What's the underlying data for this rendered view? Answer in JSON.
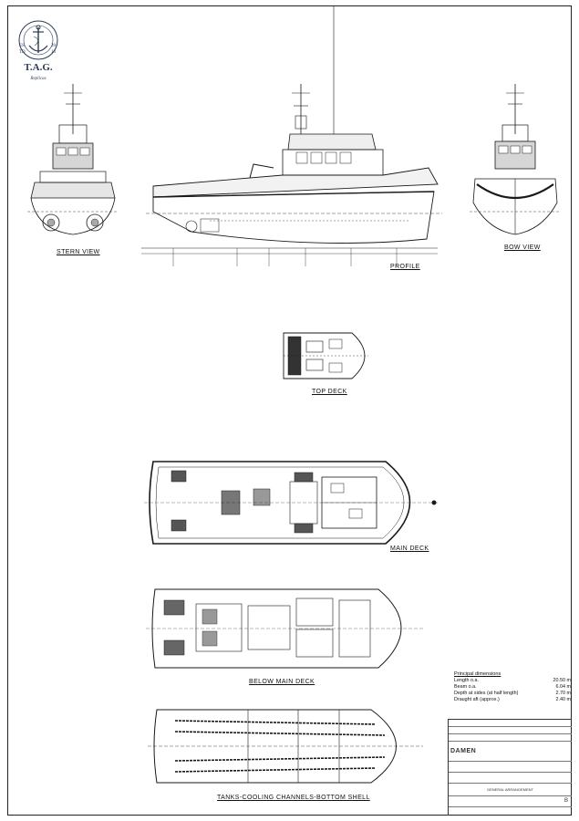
{
  "logo": {
    "ring_text": "THE SEA OF TRUST",
    "year_left_top": "ES",
    "year_left_bottom": "TD",
    "year_right_top": "20",
    "year_right_bottom": "13",
    "name": "T.A.G.",
    "script": "Replicas"
  },
  "views": {
    "stern": "STERN VIEW",
    "profile": "PROFILE",
    "bow": "BOW VIEW",
    "top_deck": "TOP DECK",
    "main_deck": "MAIN DECK",
    "below_main_deck": "BELOW MAIN DECK",
    "tanks": "TANKS-COOLING CHANNELS-BOTTOM SHELL"
  },
  "principal_dimensions": {
    "title": "Principal dimensions",
    "rows": [
      {
        "label": "Length o.a.",
        "value": "20.50 m"
      },
      {
        "label": "Beam o.a.",
        "value": "6.04 m"
      },
      {
        "label": "Depth at sides (at half length)",
        "value": "2.70 m"
      },
      {
        "label": "Draught aft (approx.)",
        "value": "2.40 m"
      }
    ]
  },
  "title_block": {
    "brand": "DAMEN",
    "drawing_title": "GENERAL ARRANGEMENT",
    "sheet": "B"
  },
  "colors": {
    "line": "#1a1a1a",
    "logo": "#2a3b55"
  }
}
